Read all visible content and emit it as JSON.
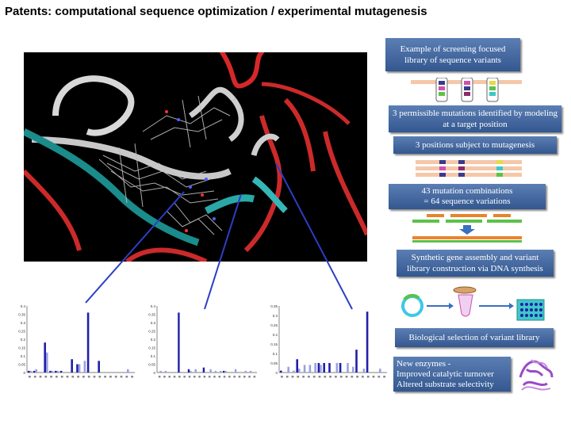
{
  "title": "Patents: computational sequence optimization / experimental mutagenesis",
  "steps": {
    "step1": "Example of screening focused library of sequence variants",
    "step2": "3 permissible mutations identified by modeling at a target position",
    "step3": "3 positions subject to mutagenesis",
    "step4_line1": "43 mutation combinations",
    "step4_line2": "= 64 sequence variations",
    "step5": "Synthetic gene assembly and variant library construction via DNA synthesis",
    "step6": "Biological selection of variant library",
    "step7_line1": "New enzymes -",
    "step7_line2": "Improved catalytic turnover",
    "step7_line3": "Altered substrate selectivity"
  },
  "colors": {
    "box": "#3f65a0",
    "bar_dark": "#1f1fa8",
    "bar_light": "#9aa0e0",
    "connector": "#2b3fc4",
    "dna_peach": "#f5c7a8",
    "dna_orange": "#e8842c",
    "dna_green": "#5cc24a",
    "arrow_blue": "#3a6fc0"
  },
  "chart_data": [
    {
      "type": "bar",
      "yticks": [
        "0.4",
        "0.35",
        "0.3",
        "0.25",
        "0.2",
        "0.15",
        "0.1",
        "0.05",
        "0"
      ],
      "ylim": [
        0,
        0.4
      ],
      "series": [
        {
          "values": [
            0.01,
            0.01,
            0.0,
            0.18,
            0.01,
            0.01,
            0.01,
            0.0,
            0.08,
            0.05,
            0.0,
            0.36,
            0.0,
            0.07,
            0.0,
            0.0,
            0.0,
            0.0,
            0.0,
            0.0
          ]
        },
        {
          "values": [
            0.01,
            0.02,
            0.0,
            0.12,
            0.01,
            0.01,
            0.0,
            0.0,
            0.0,
            0.05,
            0.07,
            0.0,
            0.0,
            0.0,
            0.0,
            0.0,
            0.0,
            0.0,
            0.02,
            0.0
          ]
        }
      ]
    },
    {
      "type": "bar",
      "yticks": [
        "0.4",
        "0.35",
        "0.3",
        "0.25",
        "0.2",
        "0.15",
        "0.1",
        "0.05",
        "0"
      ],
      "ylim": [
        0,
        0.4
      ],
      "series": [
        {
          "values": [
            0.0,
            0.0,
            0.0,
            0.0,
            0.36,
            0.0,
            0.02,
            0.0,
            0.0,
            0.03,
            0.0,
            0.0,
            0.0,
            0.01,
            0.0,
            0.0,
            0.0,
            0.0,
            0.0,
            0.0
          ]
        },
        {
          "values": [
            0.01,
            0.01,
            0.0,
            0.0,
            0.0,
            0.0,
            0.01,
            0.02,
            0.0,
            0.0,
            0.02,
            0.01,
            0.01,
            0.01,
            0.0,
            0.02,
            0.0,
            0.01,
            0.01,
            0.0
          ]
        }
      ]
    },
    {
      "type": "bar",
      "yticks": [
        "0.35",
        "0.3",
        "0.25",
        "0.2",
        "0.15",
        "0.1",
        "0.05",
        "0"
      ],
      "ylim": [
        0,
        0.35
      ],
      "series": [
        {
          "values": [
            0.01,
            0.0,
            0.0,
            0.07,
            0.0,
            0.0,
            0.0,
            0.05,
            0.05,
            0.05,
            0.0,
            0.05,
            0.0,
            0.0,
            0.12,
            0.0,
            0.32,
            0.0,
            0.0,
            0.0
          ]
        },
        {
          "values": [
            0.0,
            0.03,
            0.01,
            0.02,
            0.04,
            0.04,
            0.05,
            0.04,
            0.0,
            0.0,
            0.05,
            0.0,
            0.05,
            0.03,
            0.0,
            0.02,
            0.0,
            0.0,
            0.02,
            0.0
          ]
        }
      ]
    }
  ]
}
